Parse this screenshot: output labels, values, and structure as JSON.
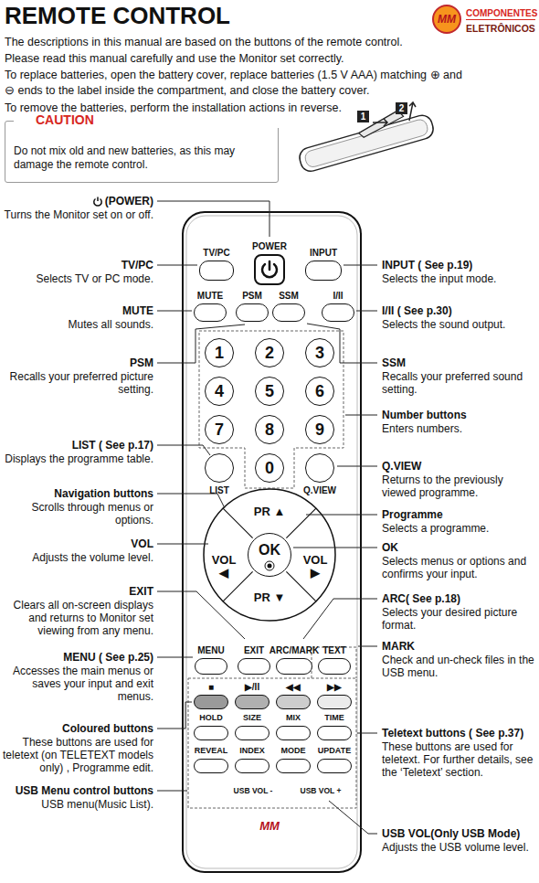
{
  "diagram": {
    "title": "REMOTE CONTROL",
    "nodes": [
      {
        "text": [
          "CAUTION",
          "Do not mix old and new batteries, as this may damage the remote control."
        ]
      },
      {
        "text": [
          "TV/PC"
        ]
      },
      {
        "text": [
          "POWER"
        ]
      },
      {
        "text": [
          "INPUT"
        ]
      },
      {
        "text": [
          "MUTE"
        ]
      },
      {
        "text": [
          "PSM"
        ]
      },
      {
        "text": [
          "SSM"
        ]
      },
      {
        "text": [
          "I/II"
        ]
      },
      {
        "text": [
          "1"
        ]
      },
      {
        "text": [
          "2"
        ]
      },
      {
        "text": [
          "3"
        ]
      },
      {
        "text": [
          "4"
        ]
      },
      {
        "text": [
          "5"
        ]
      },
      {
        "text": [
          "6"
        ]
      },
      {
        "text": [
          "7"
        ]
      },
      {
        "text": [
          "8"
        ]
      },
      {
        "text": [
          "9"
        ]
      },
      {
        "text": [
          "LIST"
        ]
      },
      {
        "text": [
          "0"
        ]
      },
      {
        "text": [
          "Q.VIEW"
        ]
      },
      {
        "text": [
          "PR ▲"
        ]
      },
      {
        "text": [
          "VOL ◀"
        ]
      },
      {
        "text": [
          "OK"
        ]
      },
      {
        "text": [
          "VOL ▶"
        ]
      },
      {
        "text": [
          "PR ▼"
        ]
      },
      {
        "text": [
          "MENU"
        ]
      },
      {
        "text": [
          "EXIT"
        ]
      },
      {
        "text": [
          "ARC/MARK"
        ]
      },
      {
        "text": [
          "TEXT"
        ]
      },
      {
        "text": [
          "■"
        ]
      },
      {
        "text": [
          "▶/II"
        ]
      },
      {
        "text": [
          "◀◀"
        ]
      },
      {
        "text": [
          "▶▶"
        ]
      },
      {
        "text": [
          "HOLD"
        ]
      },
      {
        "text": [
          "SIZE"
        ]
      },
      {
        "text": [
          "MIX"
        ]
      },
      {
        "text": [
          "TIME"
        ]
      },
      {
        "text": [
          "REVEAL"
        ]
      },
      {
        "text": [
          "INDEX"
        ]
      },
      {
        "text": [
          "MODE"
        ]
      },
      {
        "text": [
          "UPDATE"
        ]
      }
    ],
    "labels": [
      "The descriptions in this manual are based on the buttons of the remote control.",
      "Please read this manual carefully and use the Monitor set correctly.",
      "To replace batteries, open the battery cover, replace batteries (1.5 V AAA) matching ⊕ and ⊖ ends to the label inside the compartment, and close the battery cover.",
      "To remove the batteries, perform the installation actions in reverse.",
      "COMPONENTES",
      "ELETRÔNICOS",
      "MM",
      "1",
      "2",
      "(POWER)",
      "Turns the Monitor set on or off.",
      "TV/PC",
      "Selects TV or PC mode.",
      "MUTE",
      "Mutes all sounds.",
      "PSM",
      "Recalls your preferred picture setting.",
      "LIST ( See p.17)",
      "Displays the programme table.",
      "Navigation buttons",
      "Scrolls through menus or options.",
      "VOL",
      "Adjusts the volume level.",
      "EXIT",
      "Clears all on-screen displays and returns to Monitor set viewing from any menu.",
      "MENU ( See p.25)",
      "Accesses the main menus or saves your input and exit menus.",
      "Coloured buttons",
      "These buttons are used for teletext (on TELETEXT models only) , Programme edit.",
      "USB Menu control buttons",
      "USB menu(Music List).",
      "INPUT ( See p.19)",
      "Selects the input mode.",
      "I/II ( See p.30)",
      "Selects the sound output.",
      "SSM",
      "Recalls your preferred sound setting.",
      "Number buttons",
      "Enters numbers.",
      "Q.VIEW",
      "Returns to the previously viewed programme.",
      "Programme",
      "Selects a programme.",
      "OK",
      "Selects menus or options and confirms your input.",
      "ARC( See p.18)",
      "Selects your desired picture format.",
      "MARK",
      "Check and un-check files in the USB menu.",
      "Teletext buttons ( See p.37)",
      "These buttons are used for teletext. For further details, see the ‘Teletext’ section.",
      "USB VOL(Only USB Mode)",
      "Adjusts the USB volume level.",
      "USB VOL -",
      "USB VOL +",
      "MM"
    ]
  }
}
